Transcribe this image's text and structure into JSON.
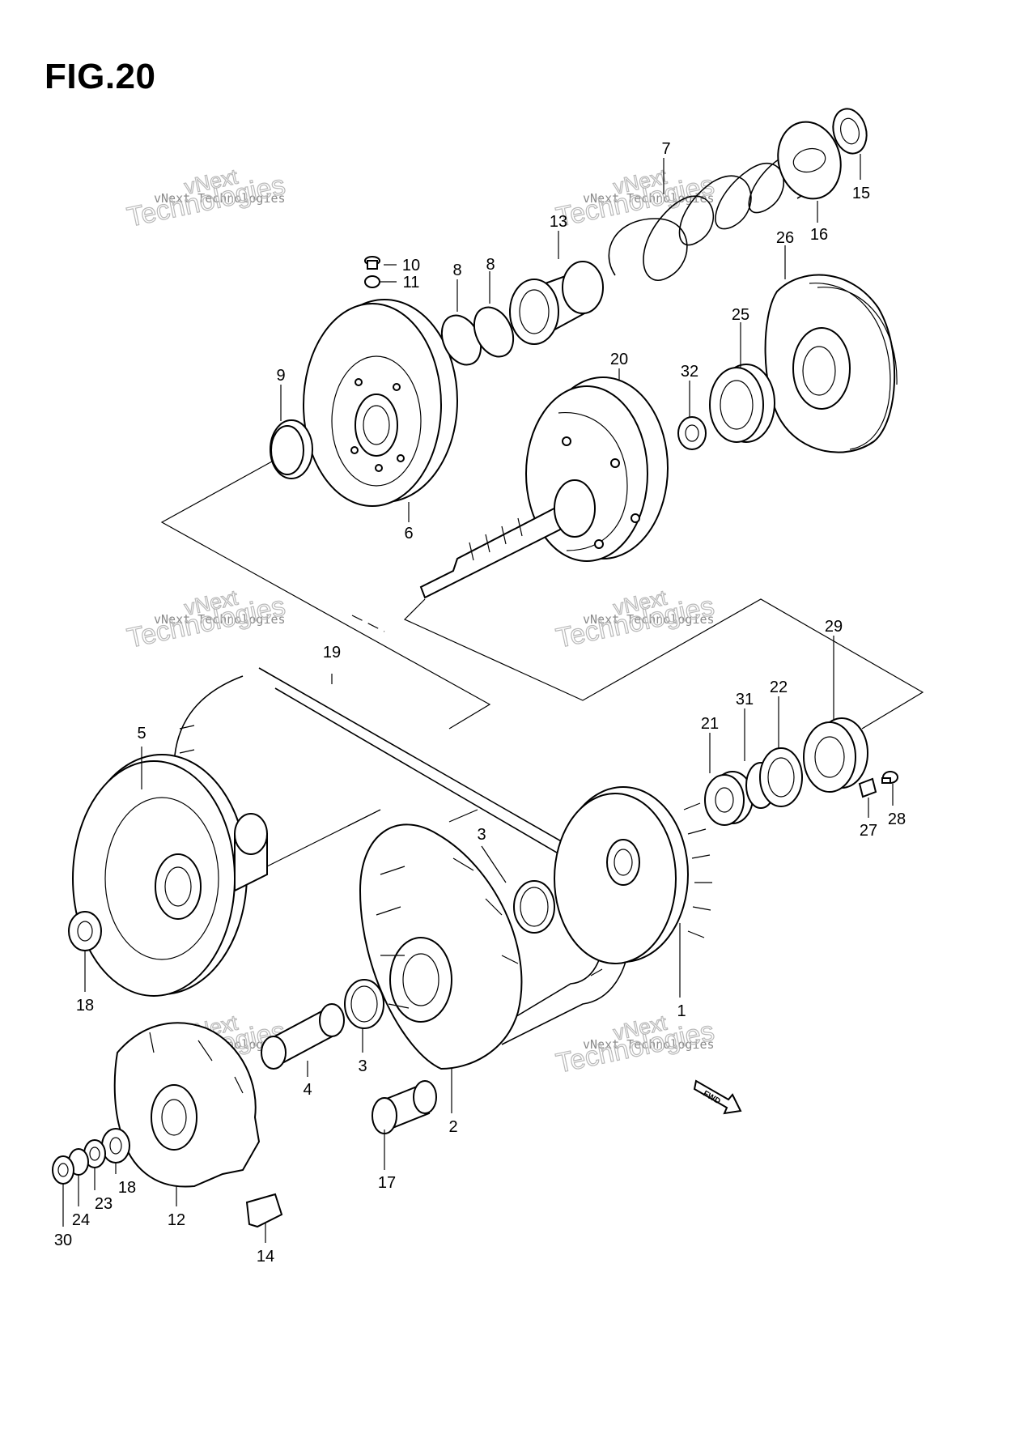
{
  "figure": {
    "title": "FIG.20"
  },
  "watermark": {
    "line1": "vNext Technologies",
    "line2": "Technologies",
    "line3": "vNext"
  },
  "fwd_label": "FWD",
  "callouts": {
    "p1": "1",
    "p2": "2",
    "p3a": "3",
    "p3b": "3",
    "p4": "4",
    "p5": "5",
    "p6": "6",
    "p7": "7",
    "p8a": "8",
    "p8b": "8",
    "p9": "9",
    "p10": "10",
    "p11": "11",
    "p12": "12",
    "p13": "13",
    "p14": "14",
    "p15": "15",
    "p16": "16",
    "p17": "17",
    "p18a": "18",
    "p18b": "18",
    "p19": "19",
    "p20": "20",
    "p21": "21",
    "p22": "22",
    "p23": "23",
    "p24": "24",
    "p25": "25",
    "p26": "26",
    "p27": "27",
    "p28": "28",
    "p29": "29",
    "p30": "30",
    "p31": "31",
    "p32": "32"
  }
}
